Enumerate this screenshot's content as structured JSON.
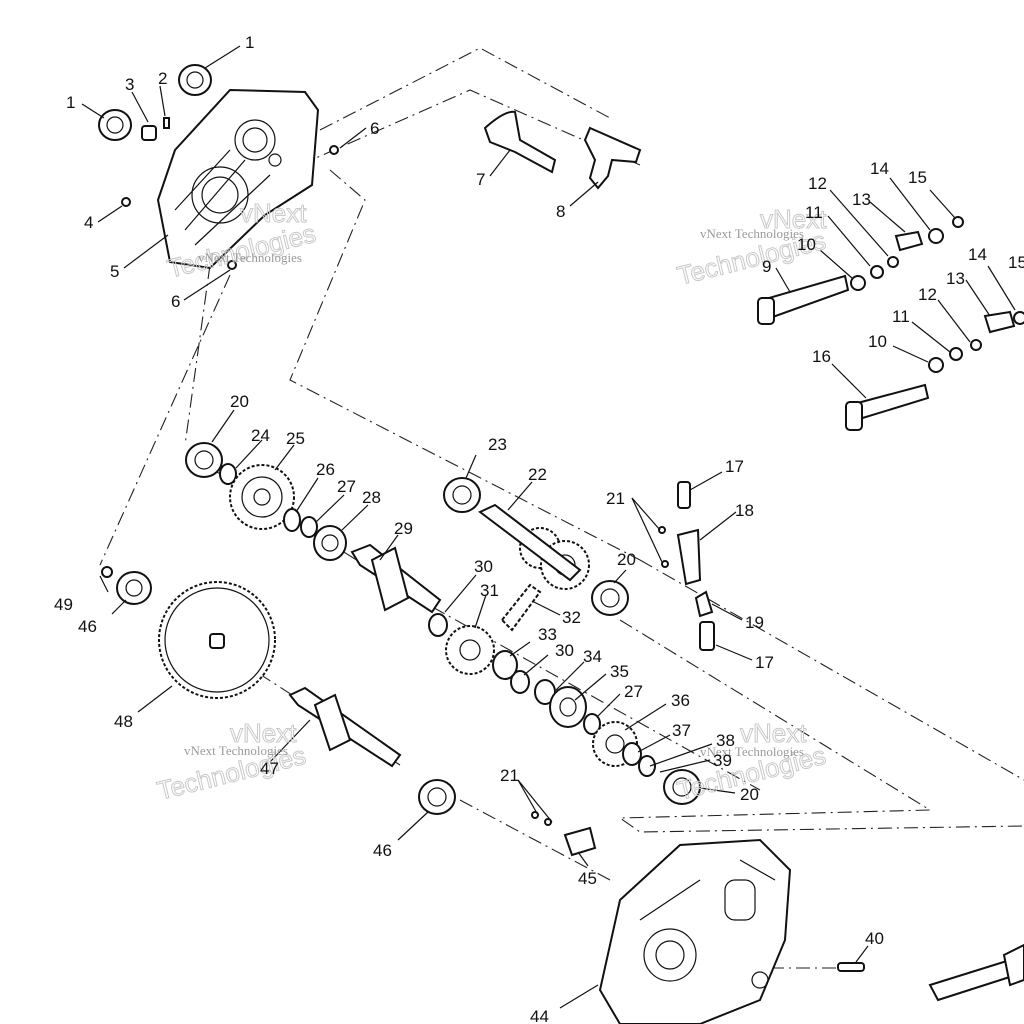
{
  "diagram": {
    "callouts": [
      {
        "id": "c1a",
        "text": "1"
      },
      {
        "id": "c1b",
        "text": "1"
      },
      {
        "id": "c2",
        "text": "2"
      },
      {
        "id": "c3",
        "text": "3"
      },
      {
        "id": "c4",
        "text": "4"
      },
      {
        "id": "c5",
        "text": "5"
      },
      {
        "id": "c6a",
        "text": "6"
      },
      {
        "id": "c6b",
        "text": "6"
      },
      {
        "id": "c7",
        "text": "7"
      },
      {
        "id": "c8",
        "text": "8"
      },
      {
        "id": "c9",
        "text": "9"
      },
      {
        "id": "c10a",
        "text": "10"
      },
      {
        "id": "c10b",
        "text": "10"
      },
      {
        "id": "c11a",
        "text": "11"
      },
      {
        "id": "c11b",
        "text": "11"
      },
      {
        "id": "c12a",
        "text": "12"
      },
      {
        "id": "c12b",
        "text": "12"
      },
      {
        "id": "c13a",
        "text": "13"
      },
      {
        "id": "c13b",
        "text": "13"
      },
      {
        "id": "c14a",
        "text": "14"
      },
      {
        "id": "c14b",
        "text": "14"
      },
      {
        "id": "c15a",
        "text": "15"
      },
      {
        "id": "c15b",
        "text": "15"
      },
      {
        "id": "c16",
        "text": "16"
      },
      {
        "id": "c17a",
        "text": "17"
      },
      {
        "id": "c17b",
        "text": "17"
      },
      {
        "id": "c18",
        "text": "18"
      },
      {
        "id": "c19",
        "text": "19"
      },
      {
        "id": "c20a",
        "text": "20"
      },
      {
        "id": "c20b",
        "text": "20"
      },
      {
        "id": "c20c",
        "text": "20"
      },
      {
        "id": "c21a",
        "text": "21"
      },
      {
        "id": "c21b",
        "text": "21"
      },
      {
        "id": "c22",
        "text": "22"
      },
      {
        "id": "c23",
        "text": "23"
      },
      {
        "id": "c24",
        "text": "24"
      },
      {
        "id": "c25",
        "text": "25"
      },
      {
        "id": "c26",
        "text": "26"
      },
      {
        "id": "c27a",
        "text": "27"
      },
      {
        "id": "c27b",
        "text": "27"
      },
      {
        "id": "c28",
        "text": "28"
      },
      {
        "id": "c29",
        "text": "29"
      },
      {
        "id": "c30a",
        "text": "30"
      },
      {
        "id": "c30b",
        "text": "30"
      },
      {
        "id": "c31",
        "text": "31"
      },
      {
        "id": "c32",
        "text": "32"
      },
      {
        "id": "c33",
        "text": "33"
      },
      {
        "id": "c34",
        "text": "34"
      },
      {
        "id": "c35",
        "text": "35"
      },
      {
        "id": "c36",
        "text": "36"
      },
      {
        "id": "c37",
        "text": "37"
      },
      {
        "id": "c38",
        "text": "38"
      },
      {
        "id": "c39",
        "text": "39"
      },
      {
        "id": "c40",
        "text": "40"
      },
      {
        "id": "c44",
        "text": "44"
      },
      {
        "id": "c45",
        "text": "45"
      },
      {
        "id": "c46a",
        "text": "46"
      },
      {
        "id": "c46b",
        "text": "46"
      },
      {
        "id": "c47",
        "text": "47"
      },
      {
        "id": "c48",
        "text": "48"
      },
      {
        "id": "c49",
        "text": "49"
      }
    ],
    "watermark": {
      "line1": "vNext",
      "line2": "Technologies",
      "small": "vNext Technologies"
    }
  }
}
